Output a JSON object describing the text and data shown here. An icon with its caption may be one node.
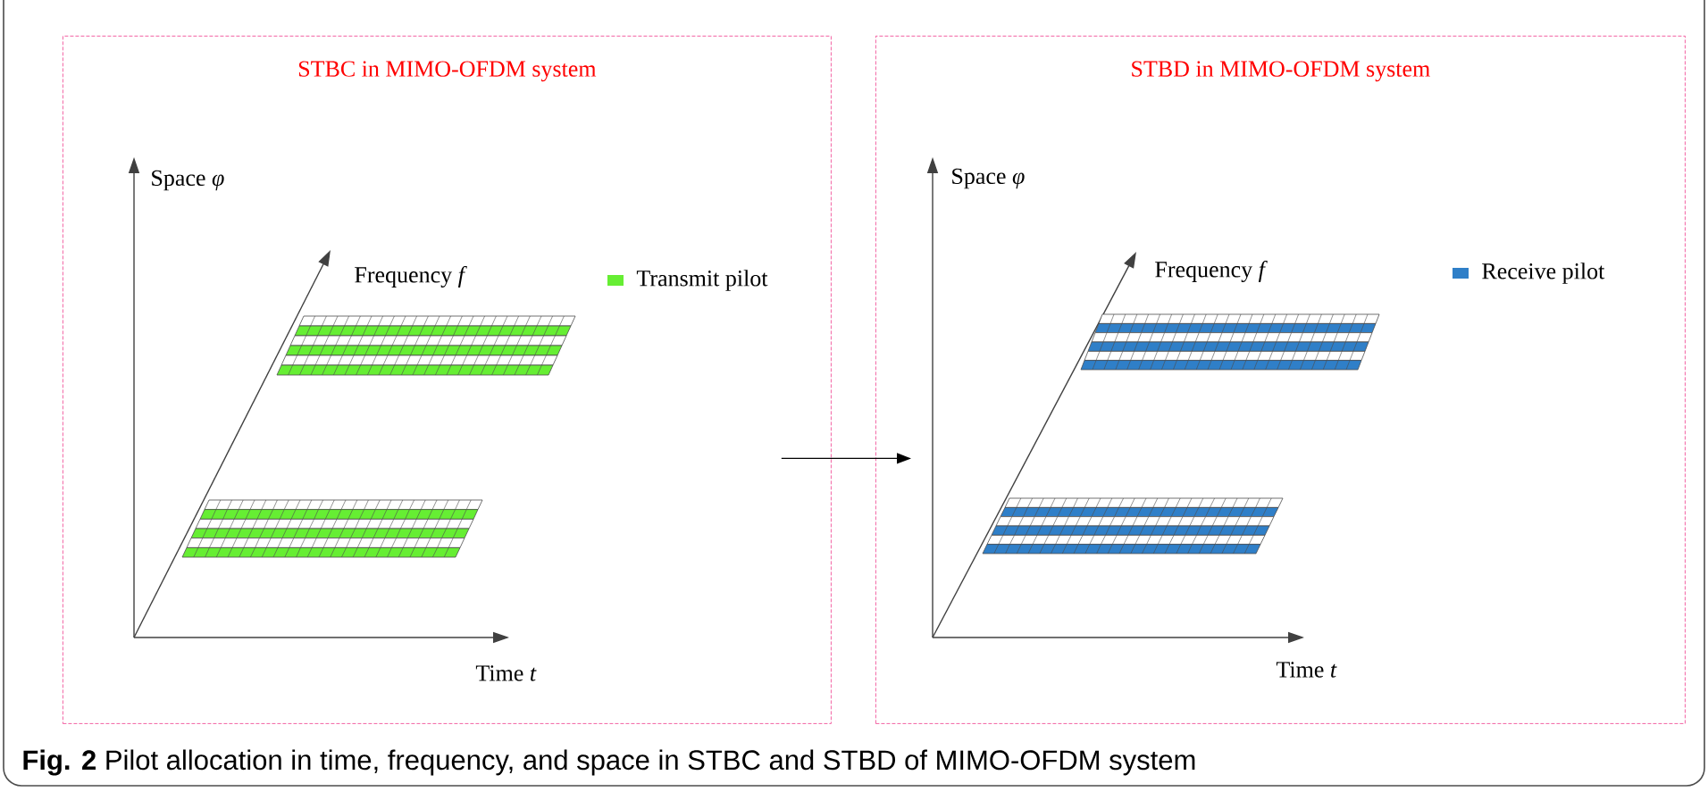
{
  "diagram": {
    "caption": "**Fig. 2** Pilot allocation in time, frequency, and space in STBC and STBD of MIMO-OFDM system",
    "nodes": [
      {
        "text": [
          "STBC in MIMO-OFDM system"
        ]
      },
      {
        "text": [
          "STBD in MIMO-OFDM system"
        ]
      }
    ],
    "edges": [
      {
        "from": 0,
        "to": 1,
        "arrow": "to"
      }
    ],
    "labels": [
      "Space *φ*",
      "Frequency *f*",
      "Time *t*",
      "Space *φ*",
      "Frequency *f*",
      "Time *t*"
    ],
    "legend": [
      {
        "text": "Transmit pilot",
        "color": "#66ee33"
      },
      {
        "text": "Receive pilot",
        "color": "#2f7fc8"
      }
    ]
  }
}
